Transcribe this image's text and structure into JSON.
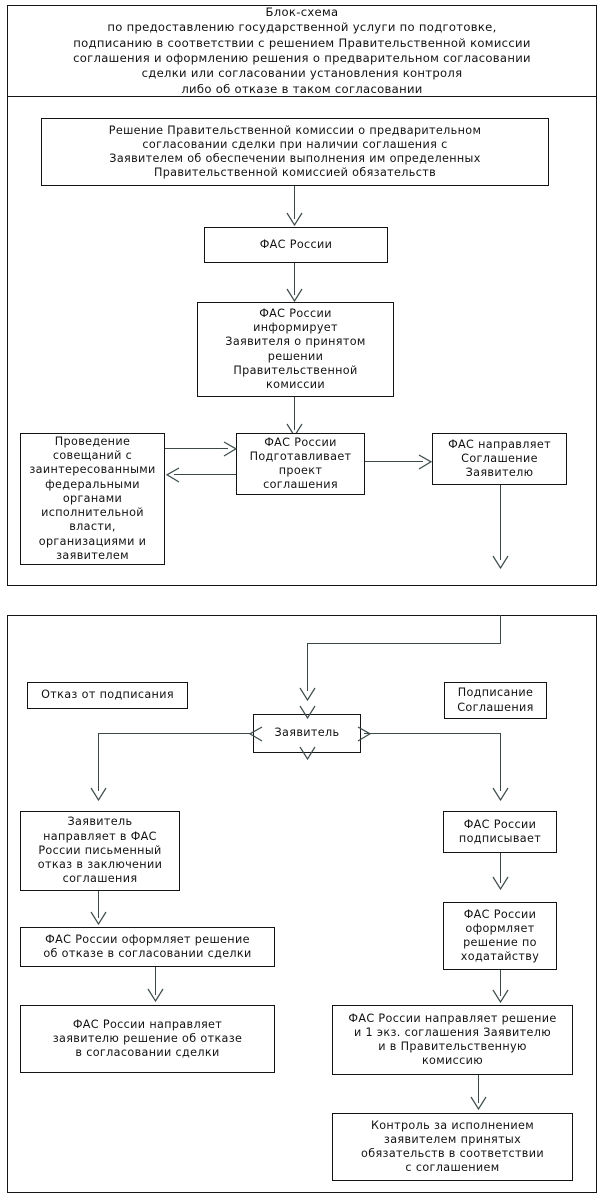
{
  "document": {
    "title_block": "Блок-схема\nпо предоставлению государственной услуги по подготовке,\nподписанию в соответствии с решением Правительственной комиссии\nсоглашения и оформлению решения о предварительном согласовании\nсделки или согласовании установления контроля\nлибо об отказе в таком согласовании",
    "border_color": "#141414",
    "line_color": "#3c4a4a",
    "background": "#ffffff"
  },
  "section1": {
    "nodes": {
      "decision": "Решение Правительственной комиссии о предварительном\nсогласовании сделки при наличии соглашения с\nЗаявителем об обеспечении выполнения им определенных\nПравительственной комиссией обязательств",
      "fas_russia": "ФАС России",
      "fas_informs": "ФАС России\nинформирует\nЗаявителя о принятом\nрешении\nПравительственной\nкомиссии",
      "meetings": "Проведение\nсовещаний с\nзаинтересованными\nфедеральными\nорганами\nисполнительной\nвласти,\nорганизациями и\nзаявителем",
      "prepares_draft": "ФАС России\nПодготавливает\nпроект\nсоглашения",
      "sends_agreement": "ФАС направляет\nСоглашение\nЗаявителю"
    }
  },
  "section2": {
    "nodes": {
      "refusal_label": "Отказ от подписания",
      "signing_label": "Подписание\nСоглашения",
      "applicant": "Заявитель",
      "applicant_written_refusal": "Заявитель\nнаправляет в ФАС\nРоссии письменный\nотказ в заключении\nсоглашения",
      "fas_formalizes_refusal": "ФАС России оформляет решение\nоб отказе в согласовании сделки",
      "fas_sends_refusal": "ФАС России направляет\nзаявителю решение об отказе\nв согласовании сделки",
      "fas_signs": "ФАС России\nподписывает",
      "fas_formalizes_petition": "ФАС России\nоформляет\nрешение  по\nходатайству",
      "fas_sends_decision": "ФАС России направляет решение\nи 1 экз. соглашения Заявителю\nи в Правительственную\nкомиссию",
      "control": "Контроль за исполнением\nзаявителем принятых\nобязательств в соответствии\nс соглашением"
    }
  }
}
